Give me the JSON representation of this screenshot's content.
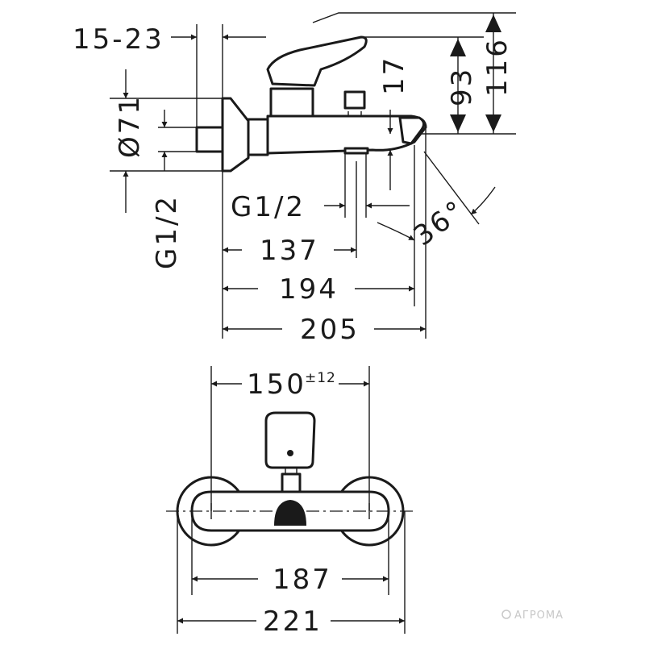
{
  "dimensions": {
    "d15_23": "15-23",
    "d71": "Ø71",
    "g12_inlet": "G1/2",
    "g12_outlet": "G1/2",
    "d17": "17",
    "d93": "93",
    "d116": "116",
    "d36": "36°",
    "d137": "137",
    "d194": "194",
    "d205": "205",
    "d150": "150",
    "d150_tol": "±12",
    "d187": "187",
    "d221": "221"
  },
  "watermark": {
    "text": "АГРОМА"
  }
}
